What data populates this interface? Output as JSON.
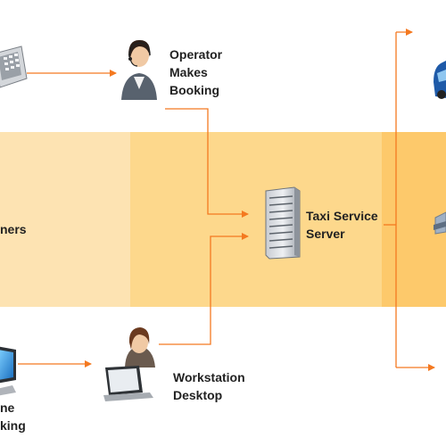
{
  "colors": {
    "band_left": "#fde3b2",
    "band_mid": "#fdd88c",
    "band_right": "#fdc96b",
    "connector": "#f47920",
    "text": "#222222"
  },
  "labels": {
    "operator": "Operator\nMakes\nBooking",
    "server": "Taxi Service\nServer",
    "workstation": "Workstation\nDesktop",
    "customers_fragment": "ners",
    "online_fragment": "ne\nking"
  },
  "icons": {
    "phone": "telephone-icon",
    "operator": "operator-headset-icon",
    "server": "server-rack-icon",
    "workstation": "workstation-user-icon",
    "laptop": "laptop-icon",
    "monitor": "monitor-icon",
    "taxi": "taxi-car-icon",
    "dispatch": "dispatch-device-icon"
  }
}
